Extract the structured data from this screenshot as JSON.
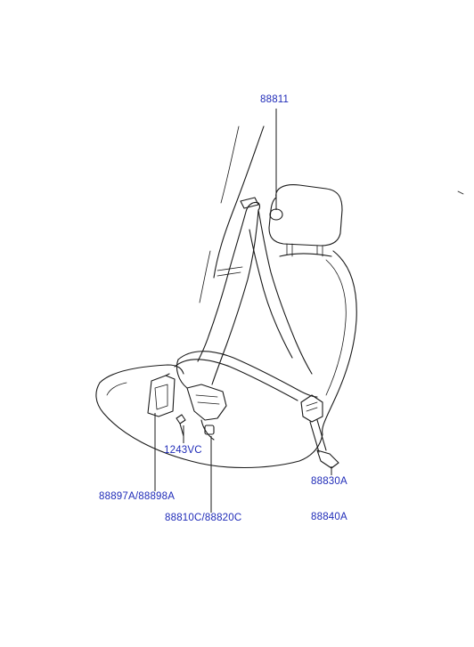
{
  "labels": {
    "retractor_assembly": "88811",
    "bolt": "1243VC",
    "buckle_cover": [
      "88897A",
      "88898A"
    ],
    "buckle_assembly": [
      "88810C",
      "88820C"
    ],
    "anchor_assembly": [
      "88830A",
      "88840A"
    ]
  },
  "separator": "/",
  "colors": {
    "label_text": "#1f2bb8",
    "line_art": "#1a1a1a"
  }
}
